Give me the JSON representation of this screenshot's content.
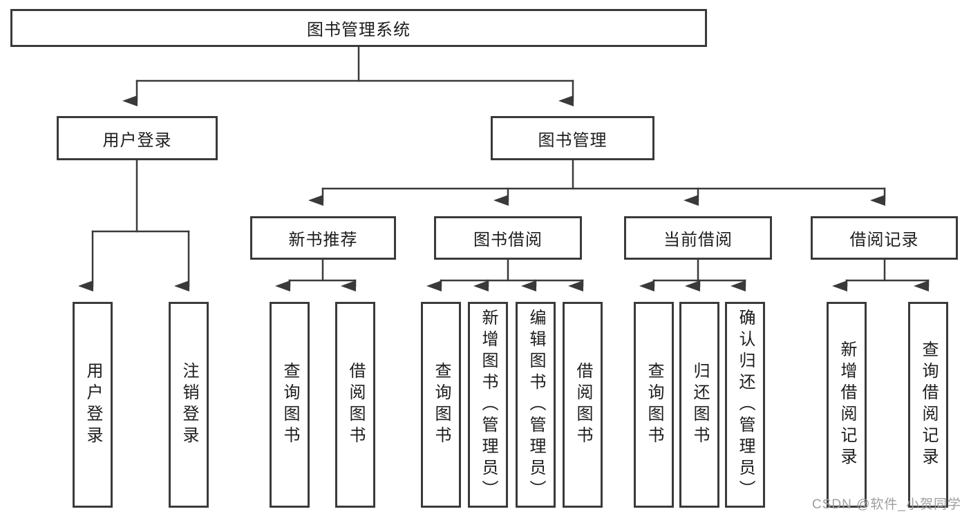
{
  "diagram": {
    "tree": {
      "label": "图书管理系统",
      "children": [
        {
          "label": "用户登录",
          "children": [
            {
              "label": "用户登录"
            },
            {
              "label": "注销登录"
            }
          ]
        },
        {
          "label": "图书管理",
          "children": [
            {
              "label": "新书推荐",
              "children": [
                {
                  "label": "查询图书"
                },
                {
                  "label": "借阅图书"
                }
              ]
            },
            {
              "label": "图书借阅",
              "children": [
                {
                  "label": "查询图书"
                },
                {
                  "label": "新增图书（管理员）"
                },
                {
                  "label": "编辑图书（管理员）"
                },
                {
                  "label": "借阅图书"
                }
              ]
            },
            {
              "label": "当前借阅",
              "children": [
                {
                  "label": "查询图书"
                },
                {
                  "label": "归还图书"
                },
                {
                  "label": "确认归还（管理员）"
                }
              ]
            },
            {
              "label": "借阅记录",
              "children": [
                {
                  "label": "新增借阅记录"
                },
                {
                  "label": "查询借阅记录"
                }
              ]
            }
          ]
        }
      ]
    },
    "colors": {
      "line": "#3a3a3a",
      "text": "#1c1c1c",
      "background": "#ffffff",
      "watermark": "#9e9e9e"
    }
  },
  "watermark": {
    "text": "CSDN @软件_小贺同学"
  }
}
